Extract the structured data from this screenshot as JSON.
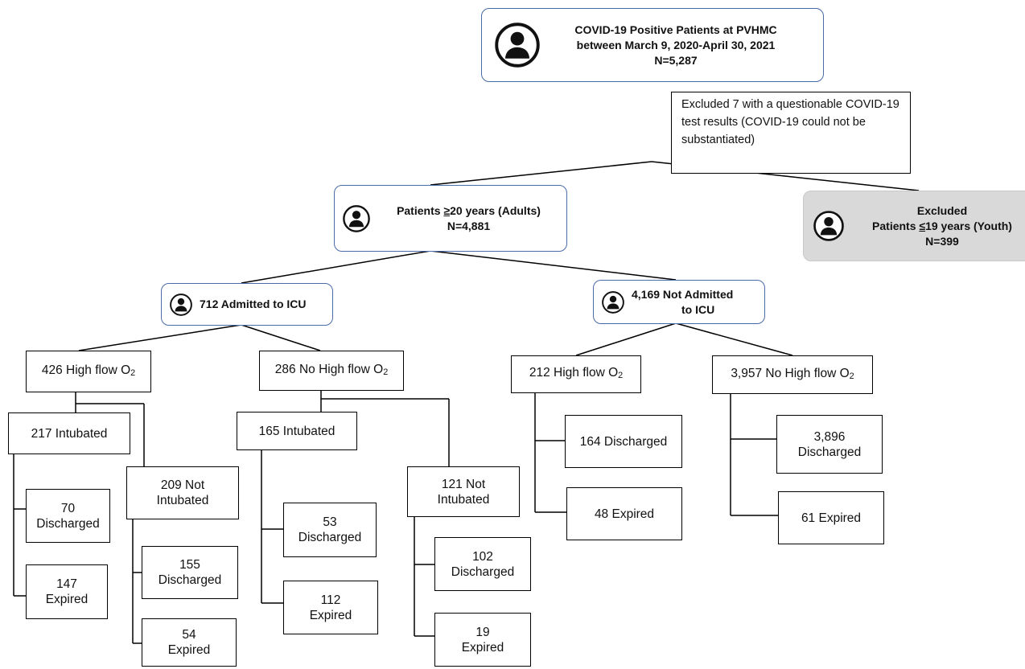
{
  "top": {
    "line1": "COVID-19 Positive Patients at PVHMC",
    "line2": "between March 9, 2020-April 30, 2021",
    "line3": "N=5,287"
  },
  "exclusion_test": {
    "text": "Excluded 7 with a questionable COVID-19 test results (COVID-19 could not be substantiated)"
  },
  "adults": {
    "prefix": "Patients ",
    "ge": "≥",
    "suffix": "20 years (Adults)",
    "n": "N=4,881"
  },
  "youth": {
    "title": "Excluded",
    "prefix": "Patients ",
    "le": "≤",
    "suffix": "19 years (Youth)",
    "n": "N=399"
  },
  "icu": {
    "label": "712  Admitted to ICU"
  },
  "non_icu": {
    "line1": "4,169 Not Admitted",
    "line2": "to ICU"
  },
  "icu_high_flow": {
    "prefix": "426 High flow O",
    "sub": "2"
  },
  "icu_no_high_flow": {
    "prefix": "286 No High flow O",
    "sub": "2"
  },
  "non_icu_high_flow": {
    "prefix": "212 High flow O",
    "sub": "2"
  },
  "non_icu_no_high_flow": {
    "prefix": "3,957 No High flow O",
    "sub": "2"
  },
  "leaves": {
    "hf_intubated": "217 Intubated",
    "hf_intubated_discharged": {
      "line1": "70",
      "line2": "Discharged"
    },
    "hf_intubated_expired": {
      "line1": "147",
      "line2": "Expired"
    },
    "hf_not_intubated": {
      "line1": "209 Not",
      "line2": "Intubated"
    },
    "hf_not_intubated_discharged": {
      "line1": "155",
      "line2": "Discharged"
    },
    "hf_not_intubated_expired": {
      "line1": "54",
      "line2": "Expired"
    },
    "nhf_intubated": "165 Intubated",
    "nhf_intubated_discharged": {
      "line1": "53",
      "line2": "Discharged"
    },
    "nhf_intubated_expired": {
      "line1": "112",
      "line2": "Expired"
    },
    "nhf_not_intubated": {
      "line1": "121 Not",
      "line2": "Intubated"
    },
    "nhf_not_intubated_discharged": {
      "line1": "102",
      "line2": "Discharged"
    },
    "nhf_not_intubated_expired": {
      "line1": "19",
      "line2": "Expired"
    },
    "non_icu_hf_discharged": "164 Discharged",
    "non_icu_hf_expired": "48 Expired",
    "non_icu_nhf_discharged": {
      "line1": "3,896",
      "line2": "Discharged"
    },
    "non_icu_nhf_expired": "61 Expired"
  },
  "icon_name": "person-icon"
}
